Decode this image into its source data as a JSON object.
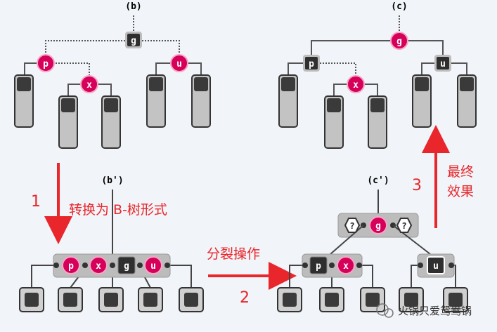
{
  "panels": {
    "b": "(b)",
    "c": "(c)",
    "b_prime": "(b')",
    "c_prime": "(c')"
  },
  "nodes": {
    "g": "g",
    "p": "p",
    "u": "u",
    "x": "x",
    "q": "?"
  },
  "steps": {
    "one": {
      "num": "1",
      "text": "转换为 B-树形式"
    },
    "two": {
      "num": "2",
      "text": "分裂操作"
    },
    "three": {
      "num": "3",
      "line1": "最终",
      "line2": "效果"
    }
  },
  "watermark": "火锅只爱鸳鸯锅",
  "colors": {
    "red": "#d6005a",
    "black": "#2f2f2f",
    "grey": "#c3c3c3",
    "arrow": "#e8262b",
    "box": "#b9b9b9"
  }
}
